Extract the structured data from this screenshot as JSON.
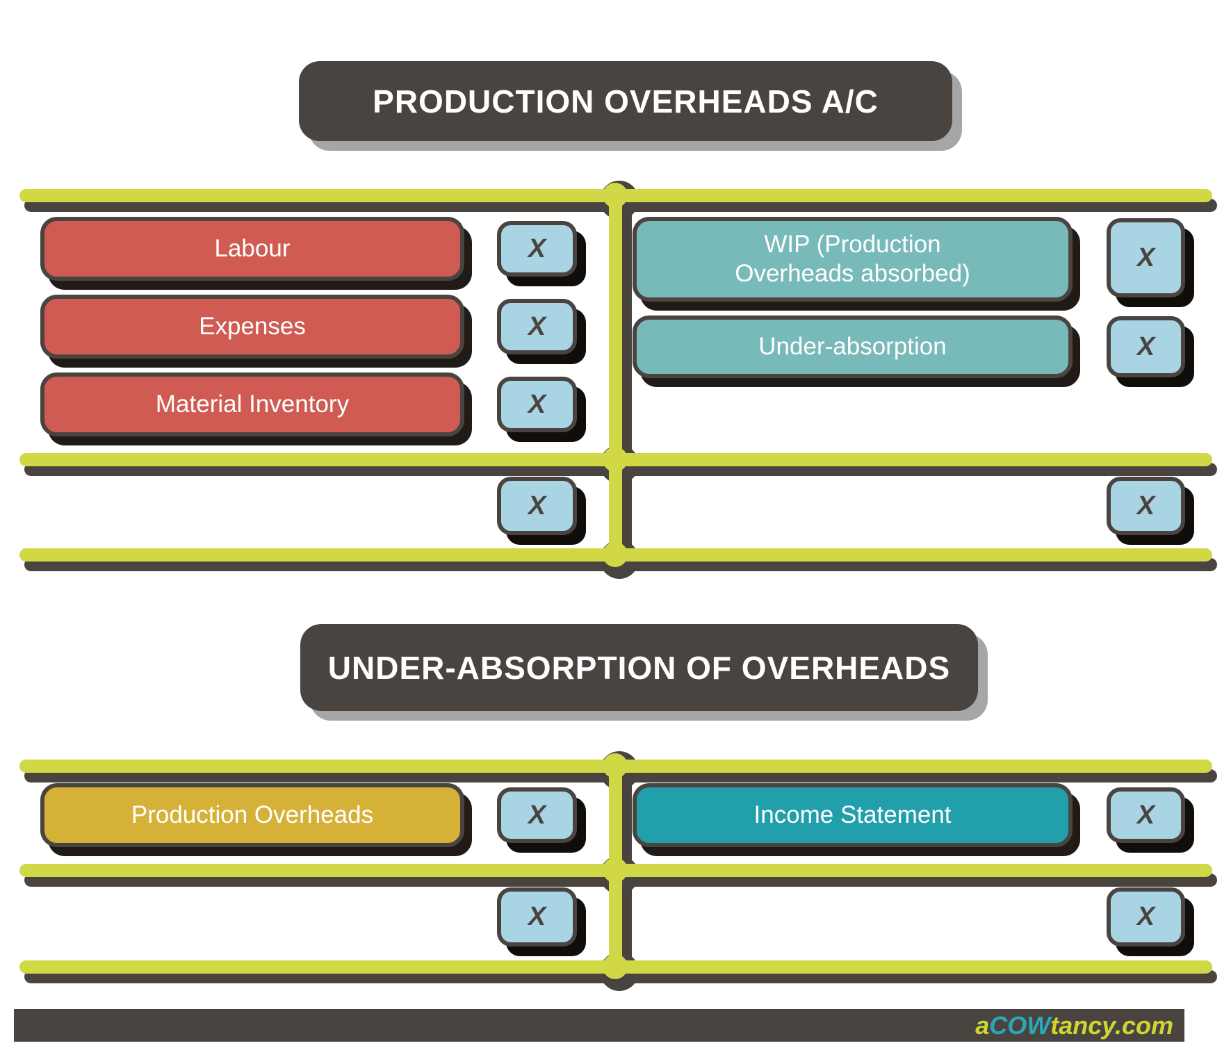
{
  "accounts": [
    {
      "title": "PRODUCTION OVERHEADS A/C",
      "debit_entries": [
        {
          "label": "Labour",
          "amount": "X"
        },
        {
          "label": "Expenses",
          "amount": "X"
        },
        {
          "label": "Material Inventory",
          "amount": "X"
        }
      ],
      "credit_entries": [
        {
          "label": "WIP (Production\nOverheads absorbed)",
          "amount": "X"
        },
        {
          "label": "Under-absorption",
          "amount": "X"
        }
      ],
      "debit_total": "X",
      "credit_total": "X"
    },
    {
      "title": "UNDER-ABSORPTION OF OVERHEADS",
      "debit_entries": [
        {
          "label": "Production Overheads",
          "amount": "X"
        }
      ],
      "credit_entries": [
        {
          "label": "Income Statement",
          "amount": "X"
        }
      ],
      "debit_total": "X",
      "credit_total": "X"
    }
  ],
  "footer": {
    "brand_prefix": "a",
    "brand_mid": "COW",
    "brand_suffix": "tancy.com"
  },
  "colors": {
    "dark": "#4a4441",
    "line_yellow": "#d1d845",
    "debit_red": "#cf5b52",
    "amount_blue": "#a9d4e4",
    "credit_teal": "#78b9ba",
    "income_statement_teal": "#219faa",
    "production_overheads_gold": "#d5b138",
    "logo_green": "#cfd632",
    "logo_teal": "#2ba7b5"
  }
}
